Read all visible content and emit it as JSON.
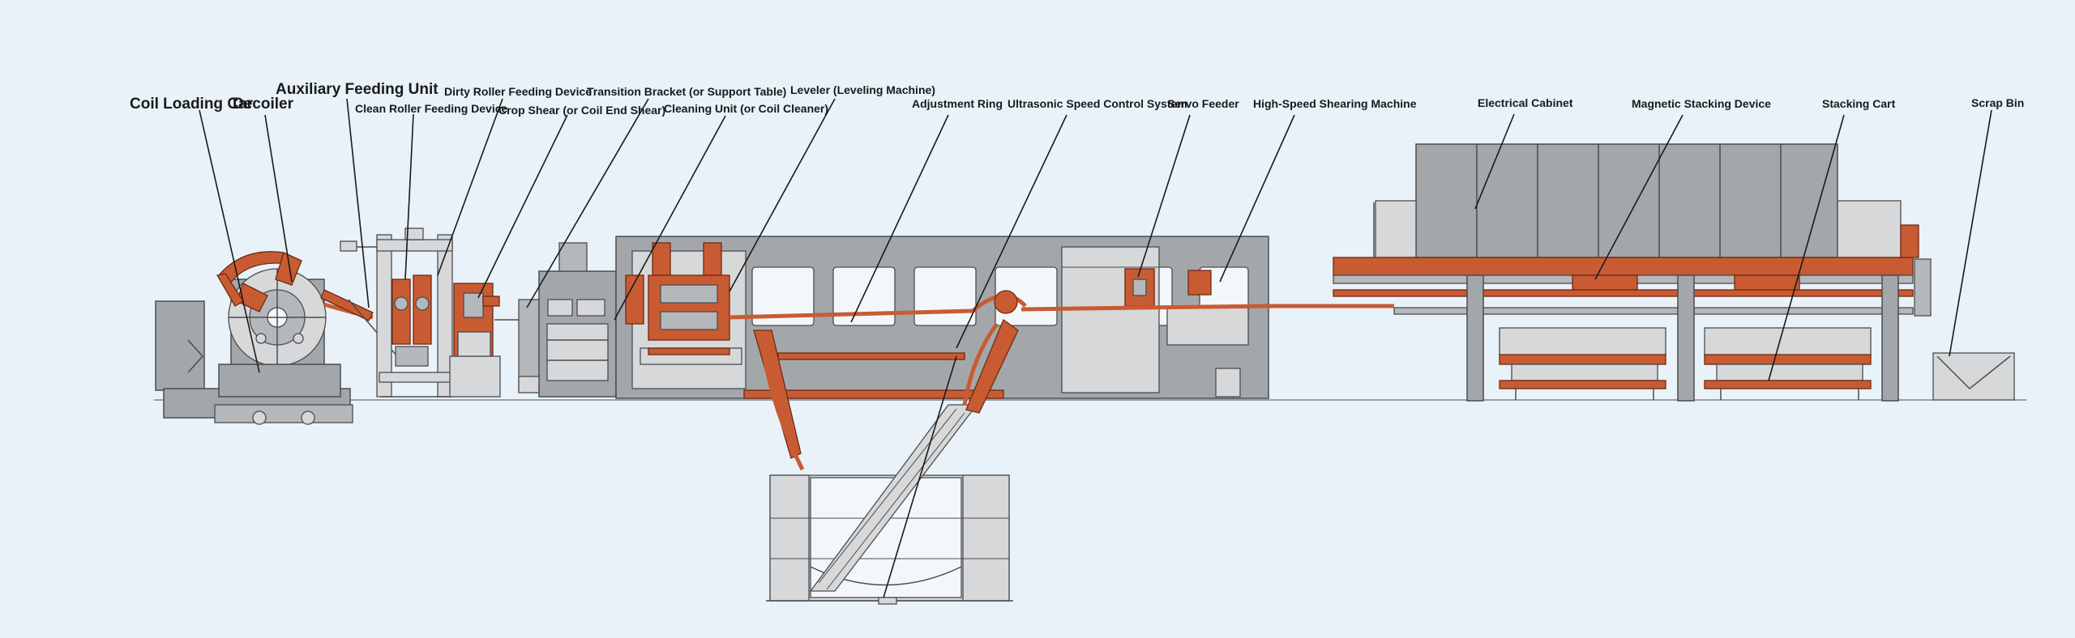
{
  "labels": [
    {
      "id": "coil-loading-car",
      "text": "Coil Loading Car"
    },
    {
      "id": "decoiler",
      "text": "Decoiler"
    },
    {
      "id": "auxiliary-feeding-unit",
      "text": "Auxiliary Feeding Unit"
    },
    {
      "id": "clean-roller-feeding-device",
      "text": "Clean Roller Feeding Device"
    },
    {
      "id": "dirty-roller-feeding-device",
      "text": "Dirty Roller Feeding Device"
    },
    {
      "id": "crop-shear",
      "text": "Crop Shear (or Coil End Shear)"
    },
    {
      "id": "transition-bracket",
      "text": "Transition Bracket (or Support Table)"
    },
    {
      "id": "cleaning-unit",
      "text": "Cleaning Unit (or Coil Cleaner)"
    },
    {
      "id": "leveler",
      "text": "Leveler (Leveling Machine)"
    },
    {
      "id": "adjustment-ring",
      "text": "Adjustment Ring"
    },
    {
      "id": "ultrasonic-speed-control-system",
      "text": "Ultrasonic Speed Control System"
    },
    {
      "id": "servo-feeder",
      "text": "Servo Feeder"
    },
    {
      "id": "high-speed-shearing-machine",
      "text": "High-Speed Shearing Machine"
    },
    {
      "id": "electrical-cabinet",
      "text": "Electrical Cabinet"
    },
    {
      "id": "magnetic-stacking-device",
      "text": "Magnetic Stacking Device"
    },
    {
      "id": "stacking-cart",
      "text": "Stacking Cart"
    },
    {
      "id": "scrap-bin",
      "text": "Scrap Bin"
    }
  ],
  "colors": {
    "background": "#e8f2f8",
    "machine_gray": "#a4a7aa",
    "machine_orange": "#c95b33",
    "outline": "#4a4d50",
    "label_text": "#1a1a1a"
  }
}
